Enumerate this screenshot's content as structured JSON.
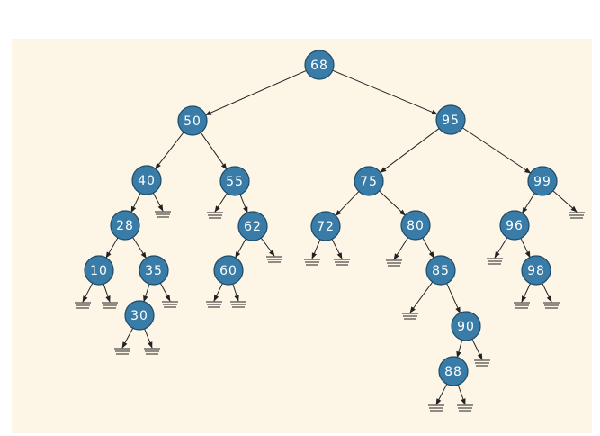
{
  "diagram": {
    "type": "binary-search-tree",
    "colors": {
      "background": "#fdf5e6",
      "node_fill": "#3a7ca8",
      "node_stroke": "#1e4a66",
      "node_text": "#ffffff",
      "edge": "#222222"
    },
    "nodes": [
      {
        "id": "n68",
        "label": "68"
      },
      {
        "id": "n50",
        "label": "50"
      },
      {
        "id": "n95",
        "label": "95"
      },
      {
        "id": "n40",
        "label": "40"
      },
      {
        "id": "n55",
        "label": "55"
      },
      {
        "id": "n75",
        "label": "75"
      },
      {
        "id": "n99",
        "label": "99"
      },
      {
        "id": "n28",
        "label": "28"
      },
      {
        "id": "n62",
        "label": "62"
      },
      {
        "id": "n72",
        "label": "72"
      },
      {
        "id": "n80",
        "label": "80"
      },
      {
        "id": "n96",
        "label": "96"
      },
      {
        "id": "n10",
        "label": "10"
      },
      {
        "id": "n35",
        "label": "35"
      },
      {
        "id": "n60",
        "label": "60"
      },
      {
        "id": "n85",
        "label": "85"
      },
      {
        "id": "n98",
        "label": "98"
      },
      {
        "id": "n30",
        "label": "30"
      },
      {
        "id": "n90",
        "label": "90"
      },
      {
        "id": "n88",
        "label": "88"
      }
    ],
    "edges": [
      [
        "n68",
        "n50"
      ],
      [
        "n68",
        "n95"
      ],
      [
        "n50",
        "n40"
      ],
      [
        "n50",
        "n55"
      ],
      [
        "n95",
        "n75"
      ],
      [
        "n95",
        "n99"
      ],
      [
        "n40",
        "n28"
      ],
      [
        "n40",
        "null"
      ],
      [
        "n55",
        "null"
      ],
      [
        "n55",
        "n62"
      ],
      [
        "n75",
        "n72"
      ],
      [
        "n75",
        "n80"
      ],
      [
        "n99",
        "n96"
      ],
      [
        "n99",
        "null"
      ],
      [
        "n28",
        "n10"
      ],
      [
        "n28",
        "n35"
      ],
      [
        "n62",
        "n60"
      ],
      [
        "n62",
        "null"
      ],
      [
        "n72",
        "null"
      ],
      [
        "n72",
        "null"
      ],
      [
        "n80",
        "null"
      ],
      [
        "n80",
        "n85"
      ],
      [
        "n96",
        "null"
      ],
      [
        "n96",
        "n98"
      ],
      [
        "n10",
        "null"
      ],
      [
        "n10",
        "null"
      ],
      [
        "n35",
        "n30"
      ],
      [
        "n35",
        "null"
      ],
      [
        "n60",
        "null"
      ],
      [
        "n60",
        "null"
      ],
      [
        "n85",
        "null"
      ],
      [
        "n85",
        "n90"
      ],
      [
        "n98",
        "null"
      ],
      [
        "n98",
        "null"
      ],
      [
        "n30",
        "null"
      ],
      [
        "n30",
        "null"
      ],
      [
        "n90",
        "n88"
      ],
      [
        "n90",
        "null"
      ],
      [
        "n88",
        "null"
      ],
      [
        "n88",
        "null"
      ]
    ]
  }
}
